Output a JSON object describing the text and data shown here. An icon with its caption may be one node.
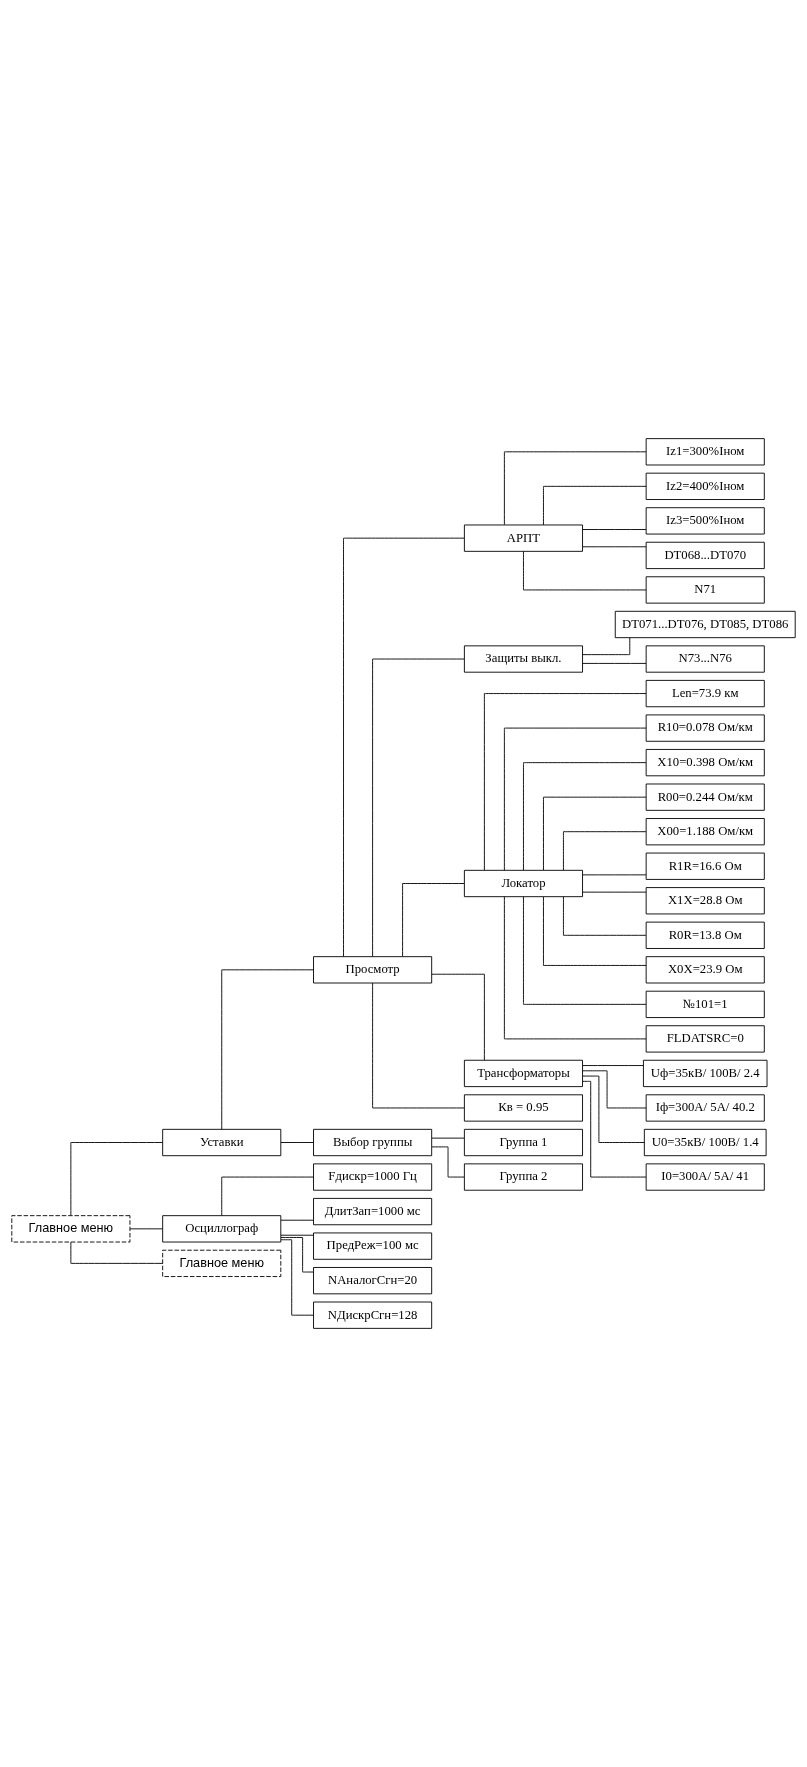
{
  "diagram": {
    "nodes": [
      {
        "text": [
          "Главное меню"
        ]
      },
      {
        "text": [
          "Уставки"
        ]
      },
      {
        "text": [
          "Просмотр"
        ]
      },
      {
        "text": [
          "АРПТ"
        ]
      },
      {
        "text": [
          "Iz1=300%Iном"
        ]
      },
      {
        "text": [
          "Iz2=400%Iном"
        ]
      },
      {
        "text": [
          "Iz3=500%Iном"
        ]
      },
      {
        "text": [
          "DT068...DT070"
        ]
      },
      {
        "text": [
          "N71"
        ]
      },
      {
        "text": [
          "Защиты выкл."
        ]
      },
      {
        "text": [
          "DT071...DT076, DT085, DT086"
        ]
      },
      {
        "text": [
          "N73...N76"
        ]
      },
      {
        "text": [
          "Локатор"
        ]
      },
      {
        "text": [
          "Len=73.9 км"
        ]
      },
      {
        "text": [
          "R10=0.078 Ом/км"
        ]
      },
      {
        "text": [
          "X10=0.398 Ом/км"
        ]
      },
      {
        "text": [
          "R00=0.244 Ом/км"
        ]
      },
      {
        "text": [
          "X00=1.188 Ом/км"
        ]
      },
      {
        "text": [
          "R1R=16.6 Ом"
        ]
      },
      {
        "text": [
          "X1X=28.8 Ом"
        ]
      },
      {
        "text": [
          "R0R=13.8 Ом"
        ]
      },
      {
        "text": [
          "X0X=23.9 Ом"
        ]
      },
      {
        "text": [
          "№101=1"
        ]
      },
      {
        "text": [
          "FLDATSRC=0"
        ]
      },
      {
        "text": [
          "Трансформаторы"
        ]
      },
      {
        "text": [
          "Uф=35кВ/ 100В/ 2.4"
        ]
      },
      {
        "text": [
          "Iф=300А/ 5А/ 40.2"
        ]
      },
      {
        "text": [
          "U0=35кВ/ 100В/ 1.4"
        ]
      },
      {
        "text": [
          "I0=300А/ 5А/ 41"
        ]
      },
      {
        "text": [
          "Кв = 0.95"
        ]
      },
      {
        "text": [
          "Выбор группы"
        ]
      },
      {
        "text": [
          "Группа 1"
        ]
      },
      {
        "text": [
          "Группа 2"
        ]
      },
      {
        "text": [
          "Осциллограф"
        ]
      },
      {
        "text": [
          "Fдискр=1000 Гц"
        ]
      },
      {
        "text": [
          "ДлитЗап=1000 мс"
        ]
      },
      {
        "text": [
          "ПредРеж=100 мс"
        ]
      },
      {
        "text": [
          "NАналогСгн=20"
        ]
      },
      {
        "text": [
          "NДискрСгн=128"
        ]
      },
      {
        "text": [
          "Главное меню"
        ]
      }
    ],
    "edges": [
      {
        "from": 0,
        "to": 1,
        "arrow": "none"
      },
      {
        "from": 1,
        "to": 2,
        "arrow": "none"
      },
      {
        "from": 2,
        "to": 3,
        "arrow": "none"
      },
      {
        "from": 3,
        "to": 4,
        "arrow": "none"
      },
      {
        "from": 3,
        "to": 5,
        "arrow": "none"
      },
      {
        "from": 3,
        "to": 6,
        "arrow": "none"
      },
      {
        "from": 3,
        "to": 7,
        "arrow": "none"
      },
      {
        "from": 3,
        "to": 8,
        "arrow": "none"
      },
      {
        "from": 2,
        "to": 9,
        "arrow": "none"
      },
      {
        "from": 9,
        "to": 10,
        "arrow": "none"
      },
      {
        "from": 9,
        "to": 11,
        "arrow": "none"
      },
      {
        "from": 2,
        "to": 12,
        "arrow": "none"
      },
      {
        "from": 12,
        "to": 13,
        "arrow": "none"
      },
      {
        "from": 12,
        "to": 14,
        "arrow": "none"
      },
      {
        "from": 12,
        "to": 15,
        "arrow": "none"
      },
      {
        "from": 12,
        "to": 16,
        "arrow": "none"
      },
      {
        "from": 12,
        "to": 17,
        "arrow": "none"
      },
      {
        "from": 12,
        "to": 18,
        "arrow": "none"
      },
      {
        "from": 12,
        "to": 19,
        "arrow": "none"
      },
      {
        "from": 12,
        "to": 20,
        "arrow": "none"
      },
      {
        "from": 12,
        "to": 21,
        "arrow": "none"
      },
      {
        "from": 12,
        "to": 22,
        "arrow": "none"
      },
      {
        "from": 12,
        "to": 23,
        "arrow": "none"
      },
      {
        "from": 2,
        "to": 24,
        "arrow": "none"
      },
      {
        "from": 24,
        "to": 25,
        "arrow": "none"
      },
      {
        "from": 24,
        "to": 26,
        "arrow": "none"
      },
      {
        "from": 24,
        "to": 27,
        "arrow": "none"
      },
      {
        "from": 24,
        "to": 28,
        "arrow": "none"
      },
      {
        "from": 2,
        "to": 29,
        "arrow": "none"
      },
      {
        "from": 1,
        "to": 30,
        "arrow": "none"
      },
      {
        "from": 30,
        "to": 31,
        "arrow": "none"
      },
      {
        "from": 30,
        "to": 32,
        "arrow": "none"
      },
      {
        "from": 0,
        "to": 33,
        "arrow": "none"
      },
      {
        "from": 33,
        "to": 34,
        "arrow": "none"
      },
      {
        "from": 33,
        "to": 35,
        "arrow": "none"
      },
      {
        "from": 33,
        "to": 36,
        "arrow": "none"
      },
      {
        "from": 33,
        "to": 37,
        "arrow": "none"
      },
      {
        "from": 33,
        "to": 38,
        "arrow": "none"
      },
      {
        "from": 0,
        "to": 39,
        "arrow": "none"
      }
    ]
  }
}
